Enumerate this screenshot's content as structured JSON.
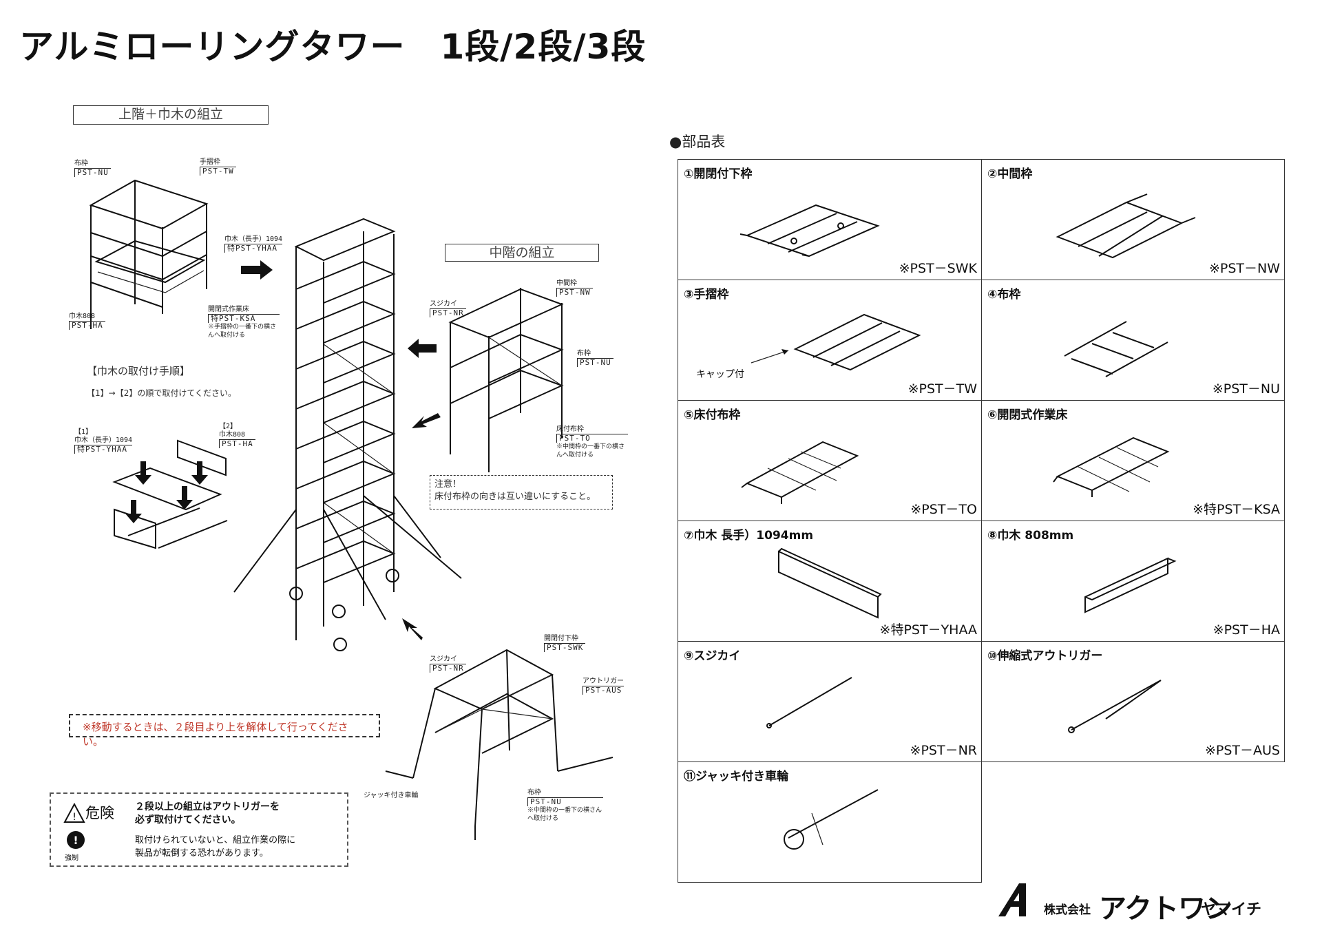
{
  "title": "アルミローリングタワー　1段/2段/3段",
  "sections": {
    "upper": "上階＋巾木の組立",
    "middle": "中階の組立"
  },
  "labels": {
    "nuno_small": "布枠",
    "nuno_code": "PST-NU",
    "tesuri_small": "手摺枠",
    "tesuri_code": "PST-TW",
    "habaki_long_small": "巾木（長手）1094",
    "habaki_long_code": "特PST-YHAA",
    "habaki808_small": "巾木808",
    "habaki808_code": "PST-HA",
    "kaihei_small": "開閉式作業床",
    "kaihei_code": "特PST-KSA",
    "kaihei_note": "※手摺枠の一番下の横さんへ取付ける",
    "chukan_small": "中間枠",
    "chukan_code": "PST-NW",
    "sujikai_small": "スジカイ",
    "sujikai_code": "PST-NR",
    "nuno2_small": "布枠",
    "nuno2_code": "PST-NU",
    "yukatsuki_small": "床付布枠",
    "yukatsuki_code": "PST-TO",
    "yukatsuki_note": "※中間枠の一番下の横さんへ取付ける",
    "kaihei_shita_small": "開閉付下枠",
    "kaihei_shita_code": "PST-SWK",
    "sujikai2_small": "スジカイ",
    "sujikai2_code": "PST-NR",
    "outrigger_small": "アウトリガー",
    "outrigger_code": "PST-AUS",
    "jack_small": "ジャッキ付き車輪",
    "nuno3_small": "布枠",
    "nuno3_code": "PST-NU",
    "nuno3_note": "※中間枠の一番下の横さんへ取付ける",
    "step1": "【1】",
    "step2": "【2】",
    "step1_small": "巾木（長手）1094",
    "step1_code": "特PST-YHAA",
    "step2_small": "巾木808",
    "step2_code": "PST-HA"
  },
  "habaki_steps": {
    "title": "【巾木の取付け手順】",
    "text": "【1】→【2】の順で取付けてください。"
  },
  "caution": {
    "line1": "注意！",
    "line2": "床付布枠の向きは互い違いにすること。"
  },
  "move_note": "※移動するときは、２段目より上を解体して行ってください。",
  "danger": {
    "label": "危険",
    "line1": "２段以上の組立はアウトリガーを",
    "line1b": "必ず取付けてください。",
    "line2": "取付けられていないと、組立作業の際に",
    "line2b": "製品が転倒する恐れがあります。",
    "forced": "強制"
  },
  "parts_heading": "●部品表",
  "parts": [
    {
      "name": "①開閉付下枠",
      "code": "※PST－SWK",
      "icon": "frame-open-icon"
    },
    {
      "name": "②中間枠",
      "code": "※PST－NW",
      "icon": "frame-middle-icon"
    },
    {
      "name": "③手摺枠",
      "code": "※PST－TW",
      "icon": "frame-rail-icon",
      "extra": "キャップ付"
    },
    {
      "name": "④布枠",
      "code": "※PST－NU",
      "icon": "frame-cloth-icon"
    },
    {
      "name": "⑤床付布枠",
      "code": "※PST－TO",
      "icon": "floor-frame-icon"
    },
    {
      "name": "⑥開閉式作業床",
      "code": "※特PST－KSA",
      "icon": "work-floor-icon"
    },
    {
      "name": "⑦巾木 長手）1094mm",
      "code": "※特PST－YHAA",
      "icon": "toeboard-long-icon"
    },
    {
      "name": "⑧巾木 808mm",
      "code": "※PST－HA",
      "icon": "toeboard-short-icon"
    },
    {
      "name": "⑨スジカイ",
      "code": "※PST－NR",
      "icon": "brace-icon"
    },
    {
      "name": "⑩伸縮式アウトリガー",
      "code": "※PST－AUS",
      "icon": "outrigger-icon"
    },
    {
      "name": "⑪ジャッキ付き車輪",
      "code": "",
      "icon": "jack-wheel-icon"
    }
  ],
  "company": {
    "prefix": "株式会社",
    "name": "アクトワン",
    "sub": "ヤマイチ"
  }
}
